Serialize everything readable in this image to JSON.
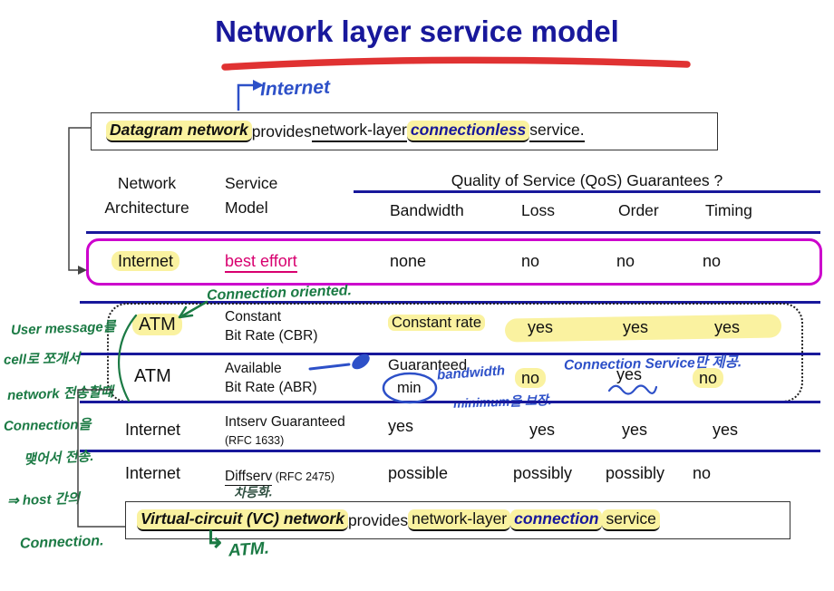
{
  "title": "Network layer service model",
  "colors": {
    "navy": "#18189b",
    "magenta": "#cc00cc",
    "pink": "#d8006f",
    "hl": "#faf2a0",
    "green": "#1b7a44",
    "blue": "#2d50c8",
    "red": "#e03232",
    "ink": "#111111"
  },
  "datagram_box": {
    "seg1": "Datagram network ",
    "seg2": "provides ",
    "seg3": "network-layer ",
    "seg4": "connectionless",
    "seg5": " service."
  },
  "vc_box": {
    "seg1": "Virtual-circuit (VC) network ",
    "seg2": "provides ",
    "seg3": "network-layer ",
    "seg4": "connection",
    "seg5": " service"
  },
  "table": {
    "header": {
      "col1_line1": "Network",
      "col1_line2": "Architecture",
      "col2_line1": "Service",
      "col2_line2": "Model",
      "qos_title": "Quality of Service (QoS) Guarantees ?",
      "qos_cols": {
        "bandwidth": "Bandwidth",
        "loss": "Loss",
        "order": "Order",
        "timing": "Timing"
      }
    },
    "rows": [
      {
        "arch": "Internet",
        "model": "best effort",
        "bandwidth": "none",
        "loss": "no",
        "order": "no",
        "timing": "no"
      },
      {
        "arch": "ATM",
        "model_line1": "Constant",
        "model_line2": "Bit Rate (CBR)",
        "bandwidth": "Constant rate",
        "loss": "yes",
        "order": "yes",
        "timing": "yes"
      },
      {
        "arch": "ATM",
        "model_line1": "Available",
        "model_line2": "Bit Rate (ABR)",
        "bandwidth_line1": "Guaranteed",
        "bandwidth_line2": "min",
        "loss": "no",
        "order": "yes",
        "timing": "no"
      },
      {
        "arch": "Internet",
        "model_line1": "Intserv Guaranteed",
        "model_line2": "(RFC 1633)",
        "bandwidth": "yes",
        "loss": "yes",
        "order": "yes",
        "timing": "yes"
      },
      {
        "arch": "Internet",
        "model": "Diffserv",
        "model_suffix": " (RFC 2475)",
        "bandwidth": "possible",
        "loss": "possibly",
        "order": "possibly",
        "timing": "no"
      }
    ]
  },
  "annotations": {
    "internet_arrow": "Internet",
    "connection_oriented": "Connection oriented.",
    "left_notes": [
      "User message를",
      "cell로 쪼개서",
      "network 전송할때",
      "Connection을",
      "맺어서 전송.",
      "⇒ host 간의",
      "Connection."
    ],
    "abr_note_line1": "bandwidth",
    "abr_note_line2": "minimum을 보장.",
    "connection_service_note": "Connection Service만 제공.",
    "diffserv_note": "차등화.",
    "vc_atm_hook": "↳",
    "vc_atm_note": "ATM."
  }
}
